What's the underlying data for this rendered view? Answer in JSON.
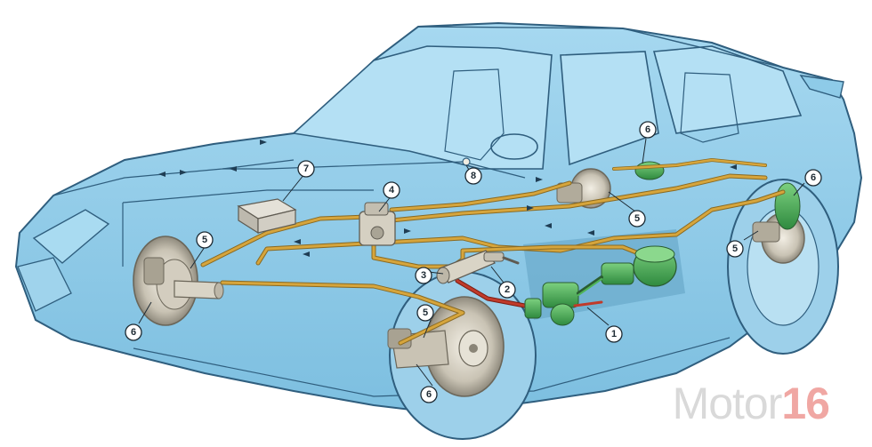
{
  "callouts": {
    "c1": "1",
    "c2": "2",
    "c3": "3",
    "c4": "4",
    "c5a": "5",
    "c5b": "5",
    "c5c": "5",
    "c5d": "5",
    "c6a": "6",
    "c6b": "6",
    "c6c": "6",
    "c6d": "6",
    "c7": "7",
    "c8": "8"
  },
  "watermark": {
    "word": "Motor",
    "number": "16"
  },
  "colors": {
    "body": "#8ecbe8",
    "outline": "#2f5e7e",
    "pipe": "#d6a53c",
    "pipe_red": "#c03a2a",
    "component_green": "#3c9a4c"
  }
}
